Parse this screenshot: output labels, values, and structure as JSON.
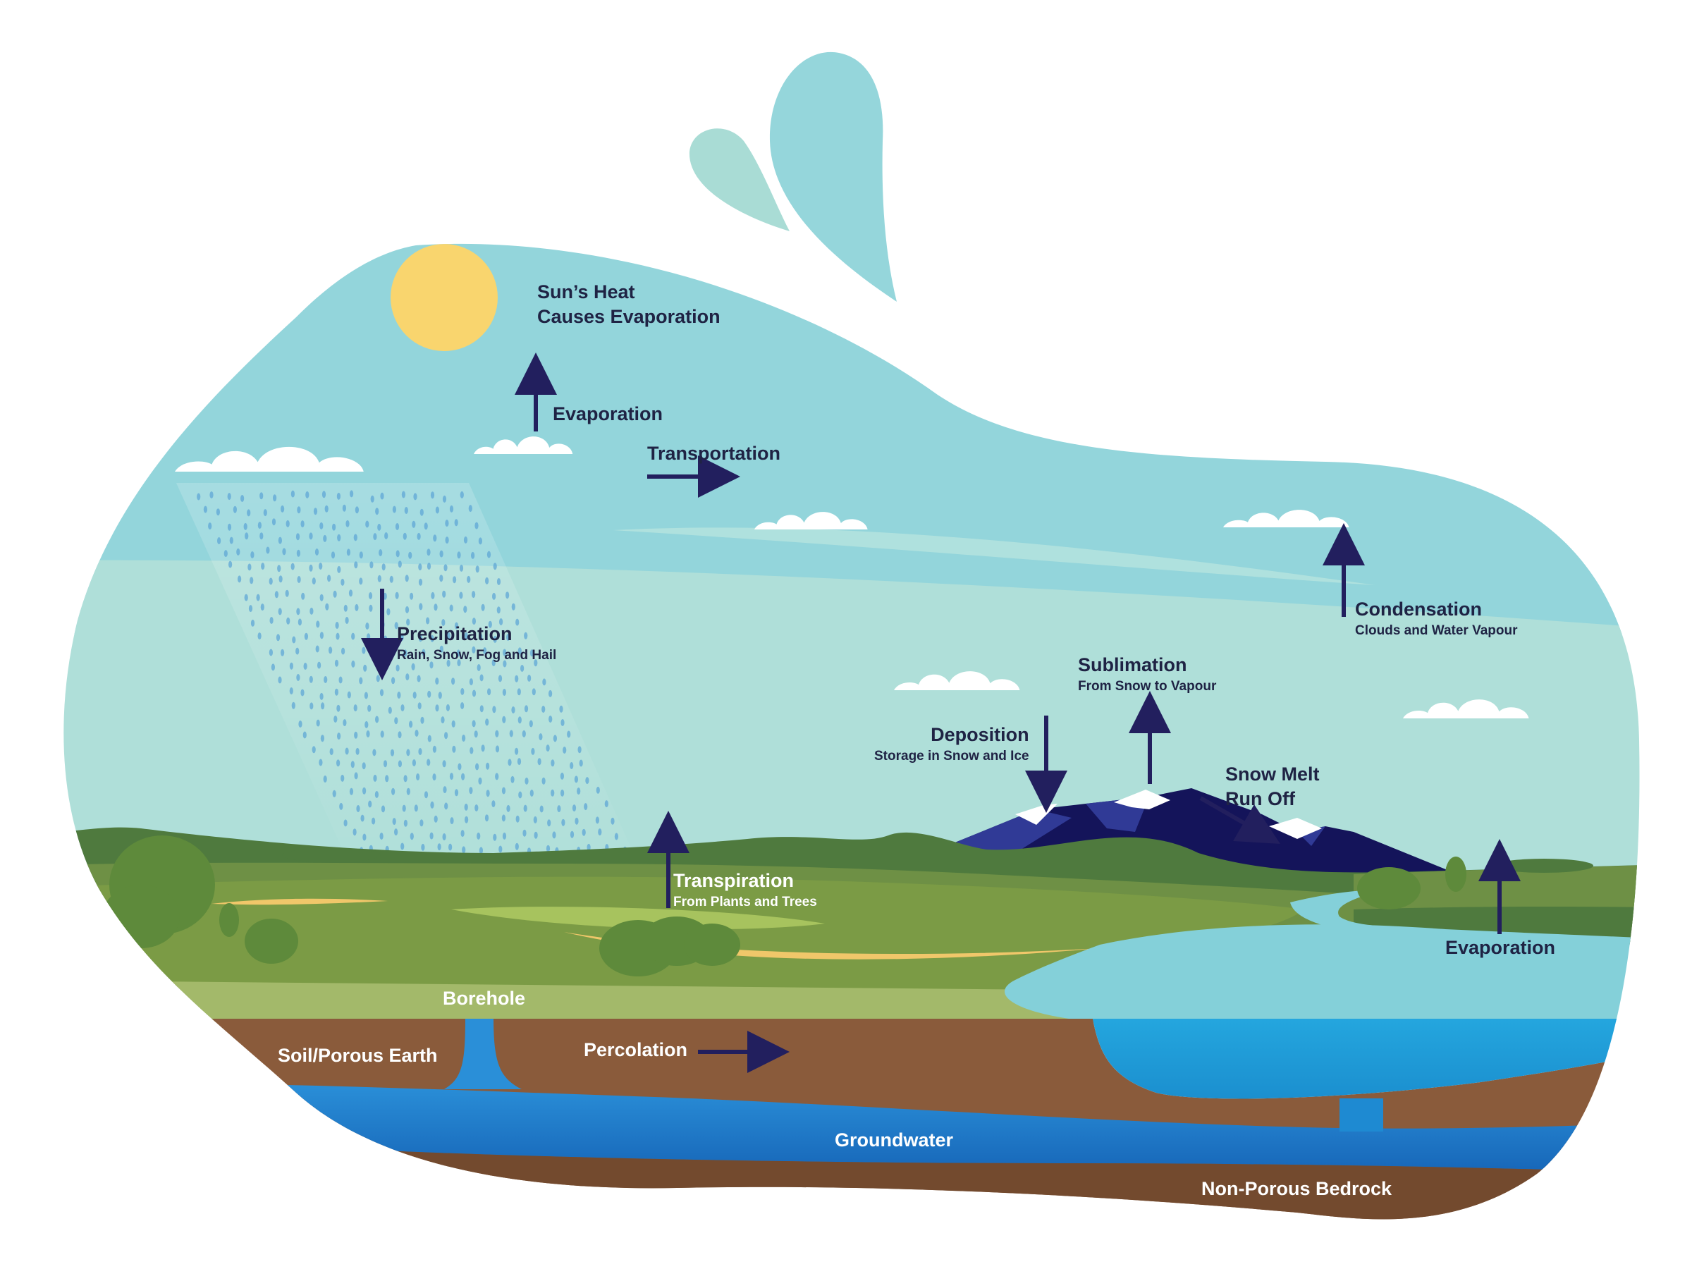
{
  "colors": {
    "sky_top": "#93d5db",
    "sky_low": "#afdfd9",
    "sun": "#f9d56e",
    "grass_light": "#7b9b45",
    "grass_dark": "#4f7a3e",
    "mountain": "#14145a",
    "mountain_light": "#303a96",
    "snow": "#ffffff",
    "water": "#84d0d9",
    "lake_deep": "#1f9ad6",
    "soil": "#8a5b3b",
    "groundwater": "#1f7fcf",
    "bedrock": "#734a2e",
    "rain": "#5fa7d6",
    "arrow": "#221f5e",
    "label": "#1f2344",
    "drop_dark": "#95d6db",
    "drop_light": "#a9dcd5"
  },
  "labels": {
    "sun_heat": {
      "line1": "Sun’s Heat",
      "line2": "Causes Evaporation"
    },
    "evaporation_top": {
      "title": "Evaporation"
    },
    "transportation": {
      "title": "Transportation"
    },
    "precipitation": {
      "title": "Precipitation",
      "sub": "Rain, Snow, Fog and Hail"
    },
    "condensation": {
      "title": "Condensation",
      "sub": "Clouds and Water Vapour"
    },
    "sublimation": {
      "title": "Sublimation",
      "sub": "From Snow to Vapour"
    },
    "deposition": {
      "title": "Deposition",
      "sub": "Storage in Snow and Ice"
    },
    "snow_melt": {
      "line1": "Snow Melt",
      "line2": "Run Off"
    },
    "transpiration": {
      "title": "Transpiration",
      "sub": "From Plants and Trees"
    },
    "evaporation_lake": {
      "title": "Evaporation"
    },
    "borehole": {
      "title": "Borehole"
    },
    "soil": {
      "title": "Soil/Porous Earth"
    },
    "percolation": {
      "title": "Percolation"
    },
    "groundwater": {
      "title": "Groundwater"
    },
    "bedrock": {
      "title": "Non-Porous Bedrock"
    }
  }
}
